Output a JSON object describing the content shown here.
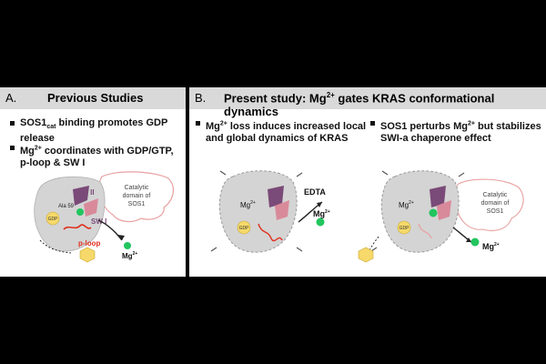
{
  "panel_a": {
    "letter": "A.",
    "title": "Previous Studies",
    "bullet1_pre": "SOS1",
    "bullet1_sub": "cat",
    "bullet1_post": " binding promotes GDP",
    "bullet1_line2": "release",
    "bullet2_pre": "Mg",
    "bullet2_sup": "2+",
    "bullet2_post": " coordinates with GDP/GTP,",
    "bullet2_line2": "p-loop & SW I",
    "labels": {
      "sw2": "SW II",
      "sw1": "SW I",
      "ala59": "Ala 59",
      "gdp": "GDP",
      "ploop": "p-loop",
      "mg": "Mg",
      "mg_sup": "2+",
      "cat_line1": "Catalytic",
      "cat_line2": "domain of",
      "cat_line3": "SOS1"
    }
  },
  "panel_b": {
    "letter": "B.",
    "title_pre": "Present study: Mg",
    "title_sup": "2+",
    "title_post": " gates KRAS conformational dynamics",
    "bullet1_pre": "Mg",
    "bullet1_sup": "2+",
    "bullet1_post": " loss induces increased local",
    "bullet1_line2": "and global dynamics of KRAS",
    "bullet2_line1": "SOS1 perturbs Mg",
    "bullet2_sup": "2+",
    "bullet2_post": " but stabilizes",
    "bullet2_line2": "SWI-a chaperone effect",
    "left_labels": {
      "edta": "EDTA",
      "mg": "Mg",
      "mg_sup": "2+",
      "mg_kras": "Mg",
      "mg_kras_sup": "2+",
      "gdp": "GDP"
    },
    "right_labels": {
      "mg": "Mg",
      "mg_sup": "2+",
      "mg_kras": "Mg",
      "mg_kras_sup": "2+",
      "gdp": "GDP",
      "cat_line1": "Catalytic",
      "cat_line2": "domain of",
      "cat_line3": "SOS1"
    }
  },
  "colors": {
    "header_bg": "#d9d9d9",
    "protein": "#d4d4d4",
    "switch_purple": "#7a4a78",
    "switch_pink": "#d98a9a",
    "mg_green": "#22c55e",
    "gdp_yellow": "#f6d96a",
    "ploop_red": "#e03020",
    "sos1_outline": "#e8a0a0"
  }
}
